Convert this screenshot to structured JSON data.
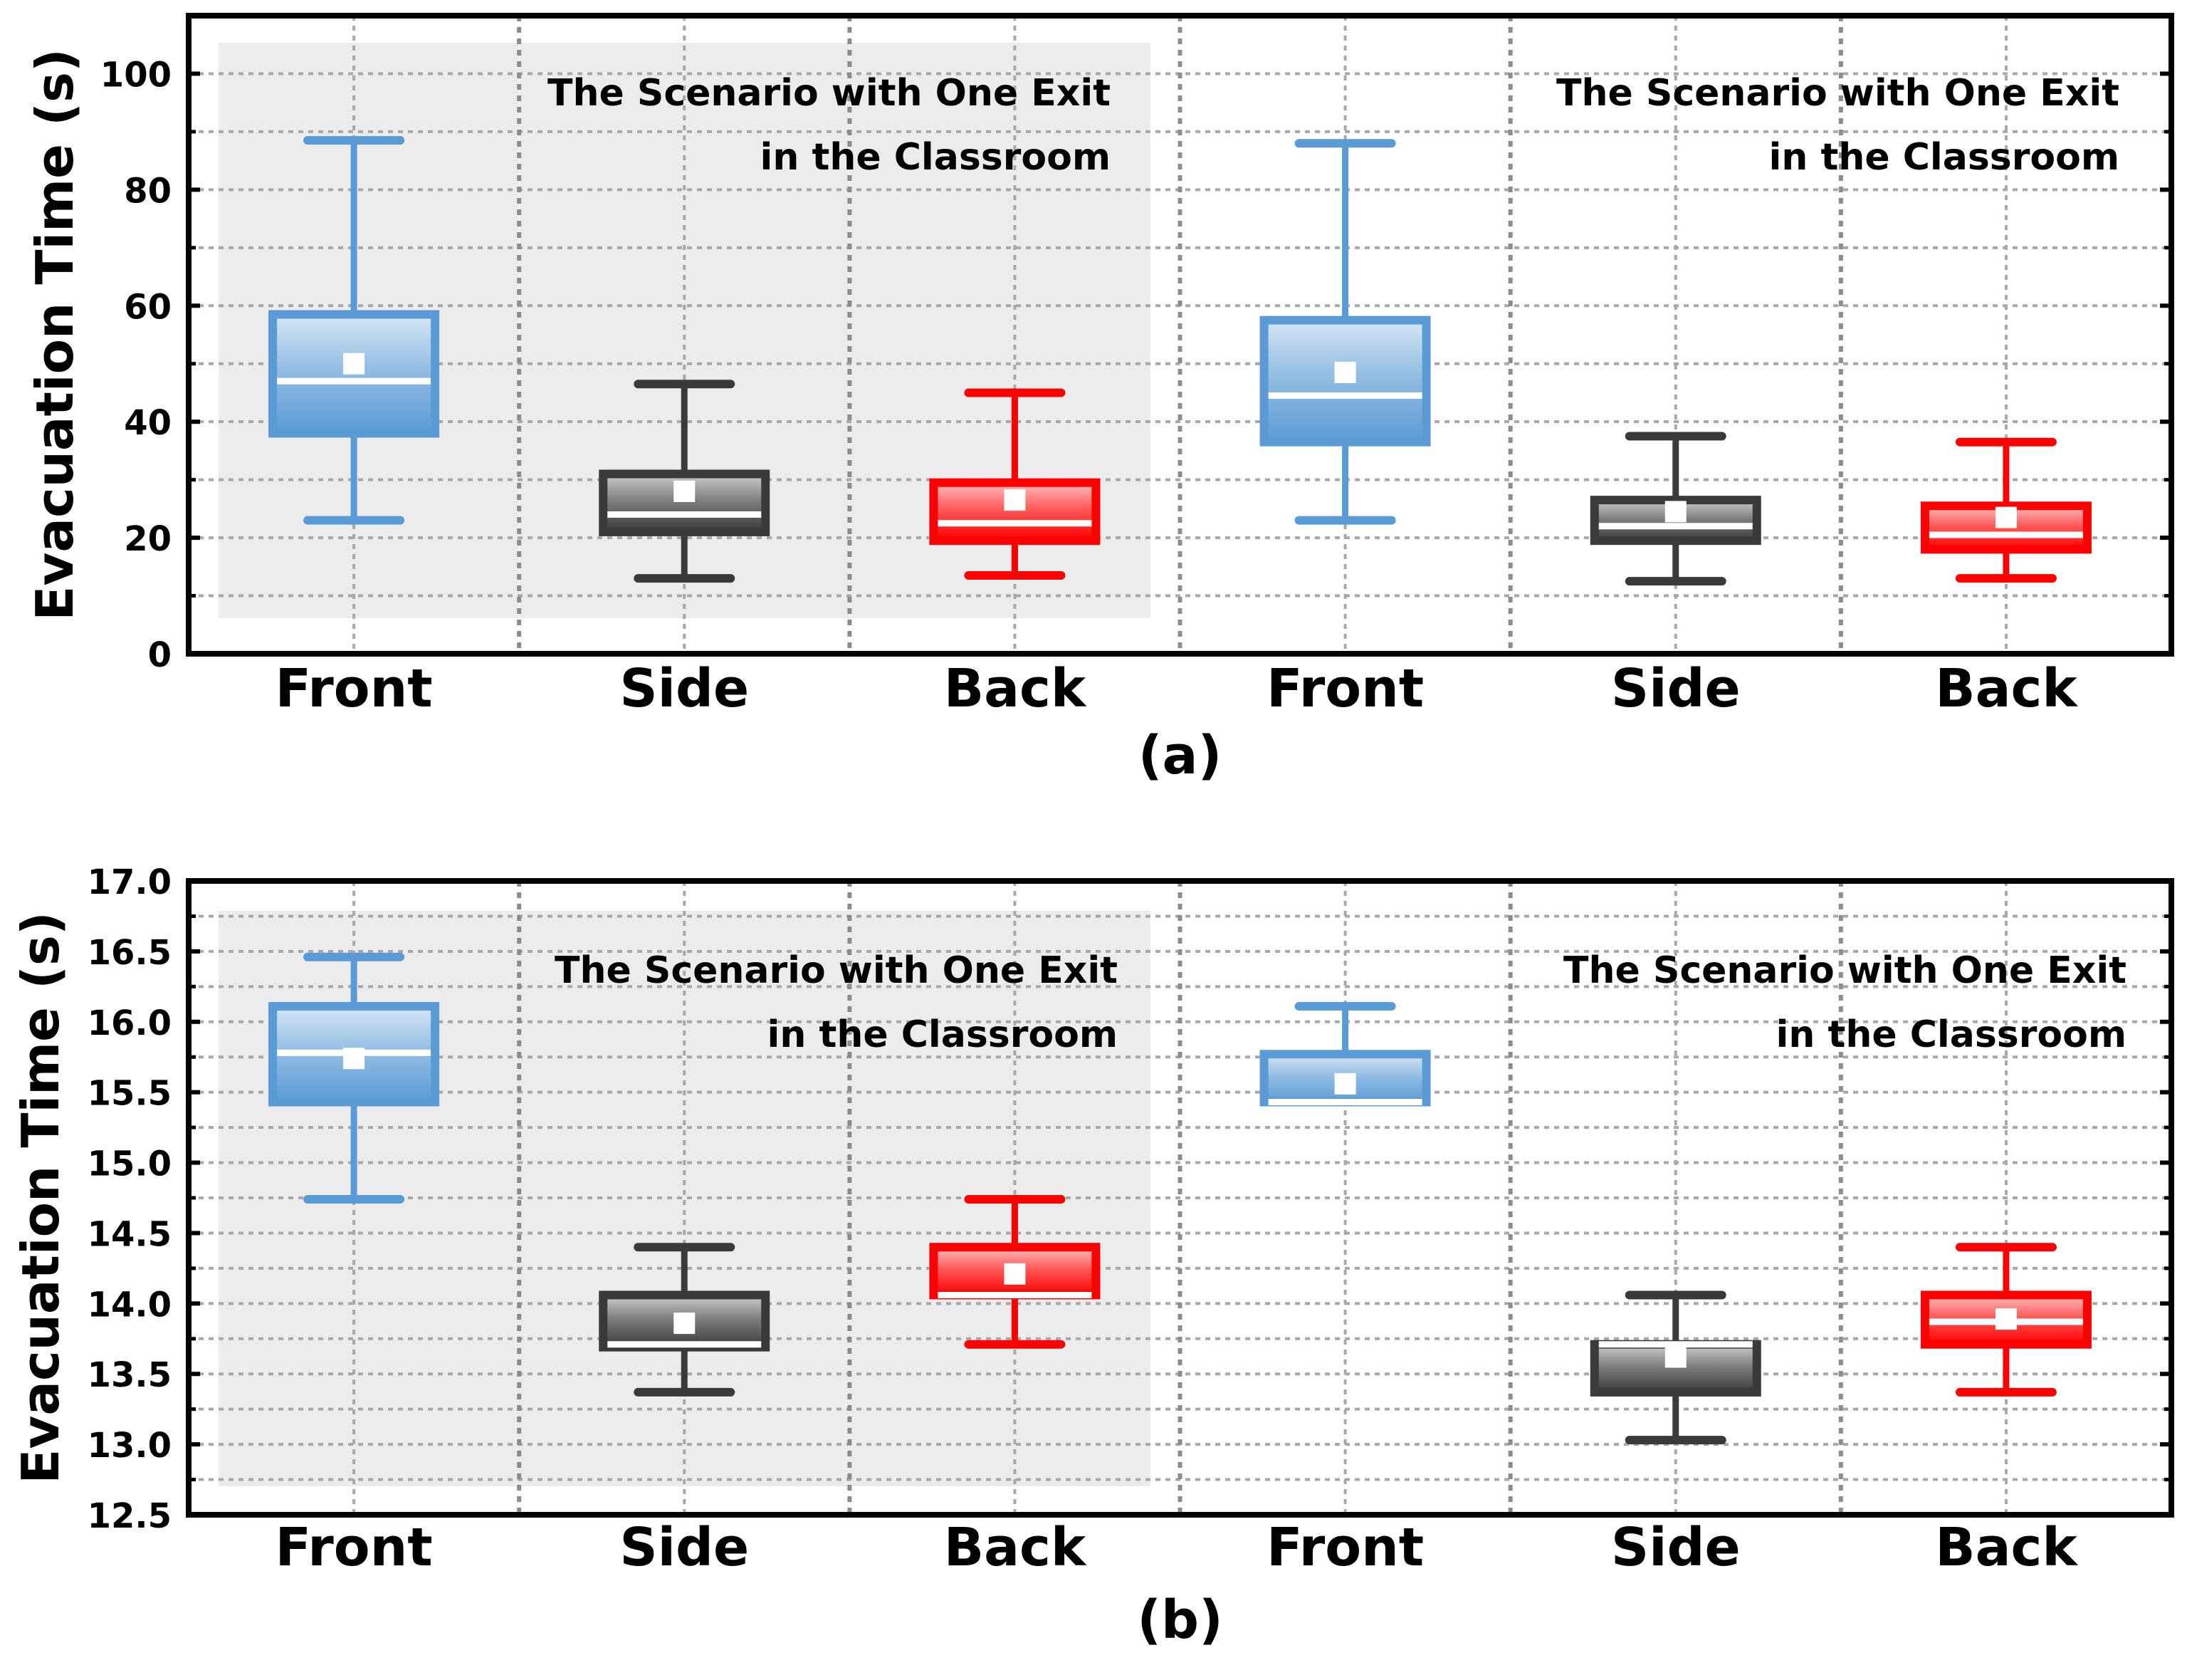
{
  "chart_data": [
    {
      "type": "box",
      "panel_label": "(a)",
      "ylabel": "Evacuation Time  (s)",
      "ylim": [
        0,
        110
      ],
      "yticks": [
        0,
        20,
        40,
        60,
        80,
        100
      ],
      "categories": [
        "Front",
        "Side",
        "Back",
        "Front",
        "Side",
        "Back"
      ],
      "grid": true,
      "shaded_region": {
        "from_category": 0,
        "to_category": 2
      },
      "annotations": [
        {
          "lines": [
            "The Scenario with One Exit",
            "in the Classroom"
          ],
          "group": 0
        },
        {
          "lines": [
            "The Scenario with One Exit",
            "in the Classroom"
          ],
          "group": 1
        }
      ],
      "boxes": [
        {
          "category": "Front",
          "color": "#5b9bd5",
          "whisker_low": 23,
          "q1": 38,
          "median": 47,
          "mean": 50,
          "q3": 58.5,
          "whisker_high": 88.5
        },
        {
          "category": "Side",
          "color": "#3a3a3a",
          "whisker_low": 13,
          "q1": 21,
          "median": 24,
          "mean": 28,
          "q3": 31,
          "whisker_high": 46.5
        },
        {
          "category": "Back",
          "color": "#ff0000",
          "whisker_low": 13.5,
          "q1": 19.5,
          "median": 22.5,
          "mean": 26.5,
          "q3": 29.5,
          "whisker_high": 45
        },
        {
          "category": "Front",
          "color": "#5b9bd5",
          "whisker_low": 23,
          "q1": 36.5,
          "median": 44.5,
          "mean": 48.5,
          "q3": 57.5,
          "whisker_high": 88
        },
        {
          "category": "Side",
          "color": "#3a3a3a",
          "whisker_low": 12.5,
          "q1": 19.5,
          "median": 22,
          "mean": 24.5,
          "q3": 26.5,
          "whisker_high": 37.5
        },
        {
          "category": "Back",
          "color": "#ff0000",
          "whisker_low": 13,
          "q1": 18,
          "median": 20.5,
          "mean": 23.5,
          "q3": 25.5,
          "whisker_high": 36.5
        }
      ]
    },
    {
      "type": "box",
      "panel_label": "(b)",
      "ylabel": "Evacuation Time  (s)",
      "ylim": [
        12.5,
        17.0
      ],
      "yticks": [
        12.5,
        13.0,
        13.5,
        14.0,
        14.5,
        15.0,
        15.5,
        16.0,
        16.5,
        17.0
      ],
      "categories": [
        "Front",
        "Side",
        "Back",
        "Front",
        "Side",
        "Back"
      ],
      "grid": true,
      "shaded_region": {
        "from_category": 0,
        "to_category": 2
      },
      "annotations": [
        {
          "lines": [
            "The Scenario with One Exit",
            "in the Classroom"
          ],
          "group": 0
        },
        {
          "lines": [
            "The Scenario with One Exit",
            "in the Classroom"
          ],
          "group": 1
        }
      ],
      "boxes": [
        {
          "category": "Front",
          "color": "#5b9bd5",
          "whisker_low": 14.74,
          "q1": 15.43,
          "median": 15.78,
          "mean": 15.74,
          "q3": 16.11,
          "whisker_high": 16.46
        },
        {
          "category": "Side",
          "color": "#3a3a3a",
          "whisker_low": 13.37,
          "q1": 13.69,
          "median": 13.71,
          "mean": 13.86,
          "q3": 14.06,
          "whisker_high": 14.4
        },
        {
          "category": "Back",
          "color": "#ff0000",
          "whisker_low": 13.71,
          "q1": 14.06,
          "median": 14.06,
          "mean": 14.21,
          "q3": 14.4,
          "whisker_high": 14.74
        },
        {
          "category": "Front",
          "color": "#5b9bd5",
          "whisker_low": 15.43,
          "q1": 15.43,
          "median": 15.43,
          "mean": 15.56,
          "q3": 15.77,
          "whisker_high": 16.11
        },
        {
          "category": "Side",
          "color": "#3a3a3a",
          "whisker_low": 13.03,
          "q1": 13.37,
          "median": 13.71,
          "mean": 13.62,
          "q3": 13.71,
          "whisker_high": 14.06
        },
        {
          "category": "Back",
          "color": "#ff0000",
          "whisker_low": 13.37,
          "q1": 13.71,
          "median": 13.87,
          "mean": 13.89,
          "q3": 14.06,
          "whisker_high": 14.4
        }
      ]
    }
  ]
}
